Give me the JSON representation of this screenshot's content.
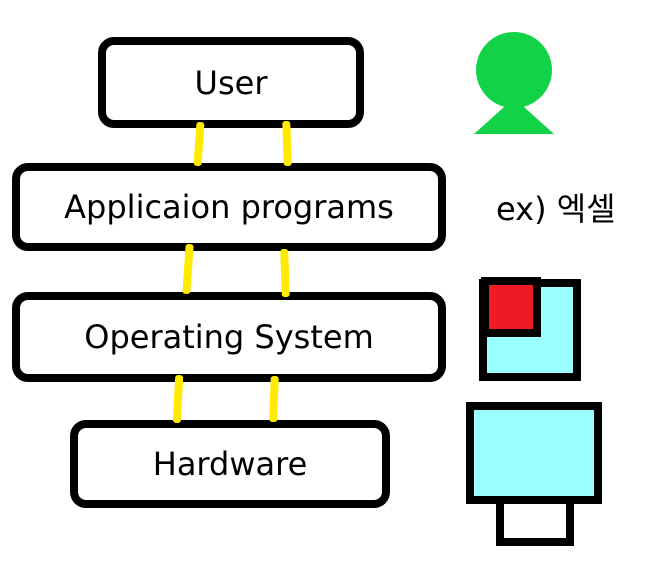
{
  "diagram": {
    "layers": [
      {
        "label": "User"
      },
      {
        "label": "Applicaion programs"
      },
      {
        "label": "Operating System"
      },
      {
        "label": "Hardware"
      }
    ],
    "example_label": "ex) 엑셀"
  },
  "icons": {
    "user": "person-icon",
    "os": "window-icon",
    "hardware": "monitor-icon"
  },
  "colors": {
    "box_border": "#000000",
    "connector": "#ffea00",
    "person": "#12d347",
    "window_fill": "#99ffff",
    "window_inner": "#ed1c24",
    "monitor_screen": "#99ffff"
  }
}
